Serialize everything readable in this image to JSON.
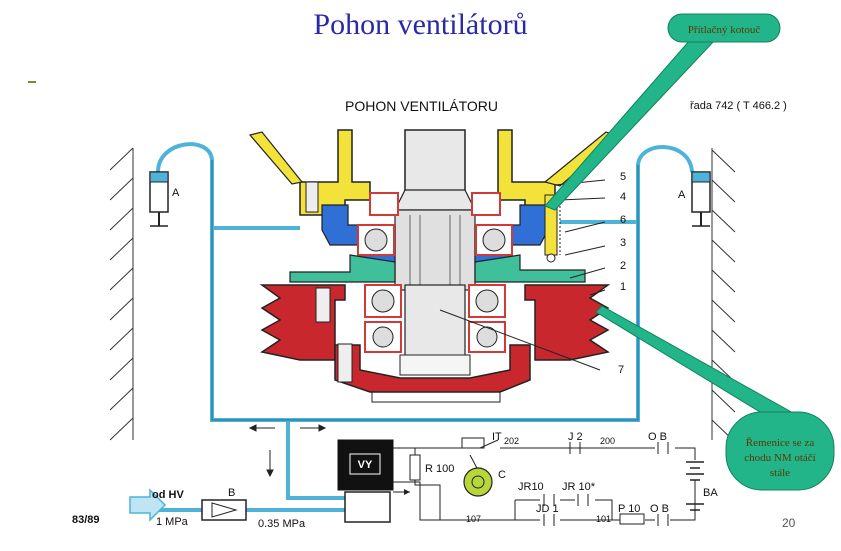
{
  "slide": {
    "title": "Pohon ventilátorů",
    "page_number": "20",
    "doc_code": "83/89"
  },
  "drawing": {
    "heading": "POHON VENTILÁTORU",
    "series": "řada 742 ( T 466.2 )",
    "part_numbers": [
      "5",
      "4",
      "6",
      "3",
      "2",
      "1",
      "7"
    ],
    "cylinder_label": "A"
  },
  "callouts": {
    "pressure_disc": "Přítlačný kotouč",
    "pulley_line1": "Řemenice se za",
    "pulley_line2": "chodu NM otáčí",
    "pulley_line3": "stále"
  },
  "circuit": {
    "source": "od HV",
    "valve": "B",
    "pressure_in": "1 MPa",
    "pressure_out": "0.35 MPa",
    "magnet": "VY",
    "resistor": "R 100",
    "switch": "IT",
    "lamp": "C",
    "wire_202": "202",
    "relay_j2": "J 2",
    "wire_200": "200",
    "ob_top": "O B",
    "battery": "BA",
    "jr10": "JR10",
    "jr10_star": "JR 10*",
    "jd1": "JD 1",
    "wire_107": "107",
    "wire_101": "101",
    "fuse": "P 10",
    "ob_bottom": "O B"
  },
  "colors": {
    "title": "#2a2aa8",
    "pipe": "#4fb3d9",
    "yellow_part": "#f2e23a",
    "blue_part": "#2f6fd6",
    "green_part": "#3fbf9a",
    "red_part": "#c8282d",
    "bearing": "#d23a3a",
    "callout": "#22b58a"
  }
}
